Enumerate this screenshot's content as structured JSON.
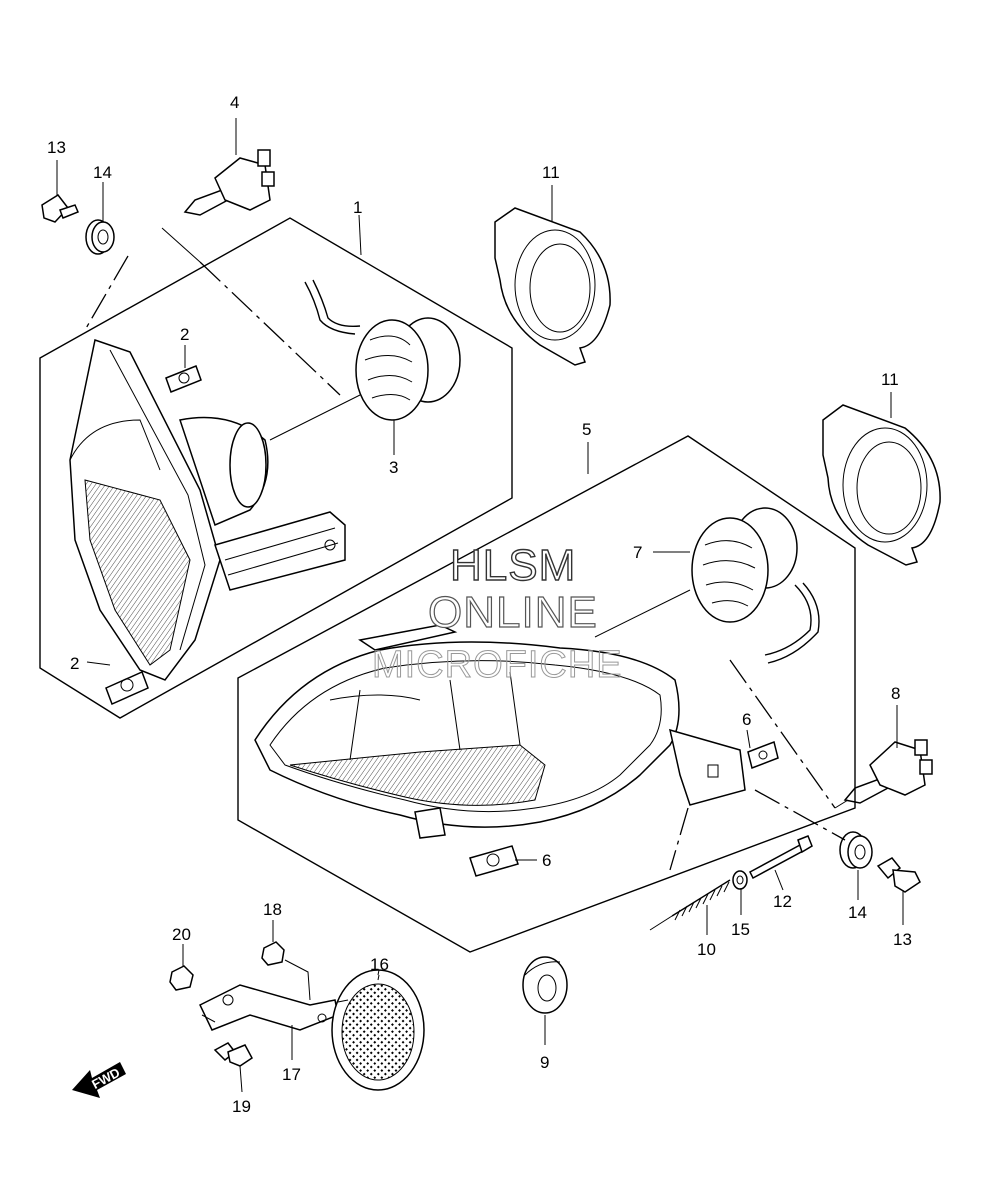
{
  "callouts": {
    "c1": "1",
    "c2a": "2",
    "c2b": "2",
    "c3": "3",
    "c4": "4",
    "c5": "5",
    "c6a": "6",
    "c6b": "6",
    "c7": "7",
    "c8": "8",
    "c9": "9",
    "c10": "10",
    "c11a": "11",
    "c11b": "11",
    "c12": "12",
    "c13a": "13",
    "c13b": "13",
    "c14a": "14",
    "c14b": "14",
    "c15": "15",
    "c16": "16",
    "c17": "17",
    "c18": "18",
    "c19": "19",
    "c20": "20"
  },
  "watermark": {
    "line1": "HLSM",
    "line2": "ONLINE",
    "line3": "MICROFICHE"
  },
  "fwd_label": "FWD"
}
